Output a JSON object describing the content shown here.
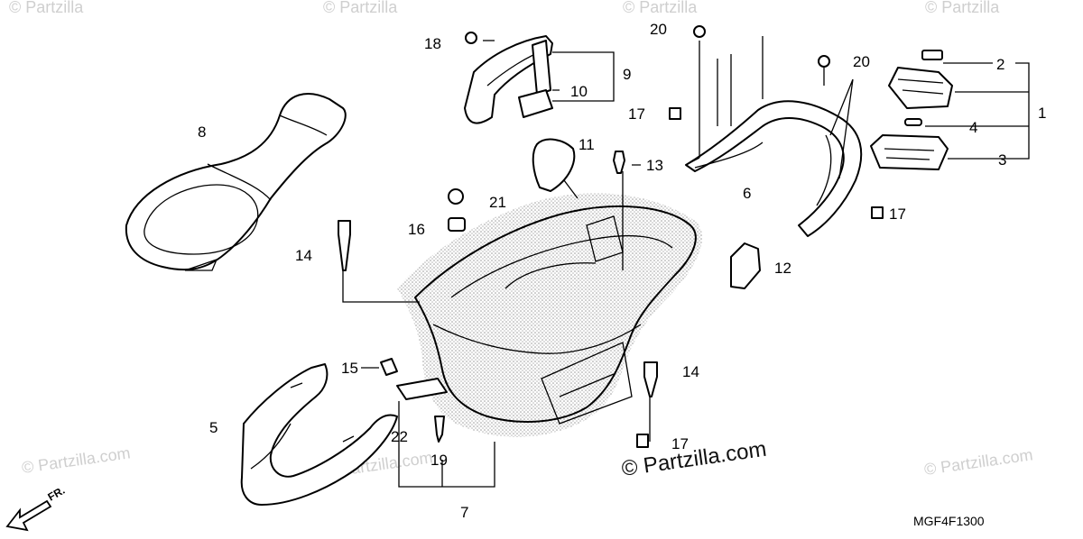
{
  "watermarks": {
    "main": "© Partzilla.com",
    "faint": "© Partzilla.com",
    "top": "© Partzilla"
  },
  "figure_code": "MGF4F1300",
  "front_arrow": "FR.",
  "callouts": {
    "c1": "1",
    "c2": "2",
    "c3": "3",
    "c4": "4",
    "c5": "5",
    "c6": "6",
    "c7": "7",
    "c8": "8",
    "c9": "9",
    "c10": "10",
    "c11": "11",
    "c12": "12",
    "c13": "13",
    "c14a": "14",
    "c14b": "14",
    "c15": "15",
    "c16": "16",
    "c17a": "17",
    "c17b": "17",
    "c17c": "17",
    "c18": "18",
    "c19": "19",
    "c20a": "20",
    "c20b": "20",
    "c21": "21",
    "c22": "22"
  },
  "colors": {
    "line": "#000000",
    "watermark": "#cfcfcf",
    "shade": "#9a9a9a"
  }
}
